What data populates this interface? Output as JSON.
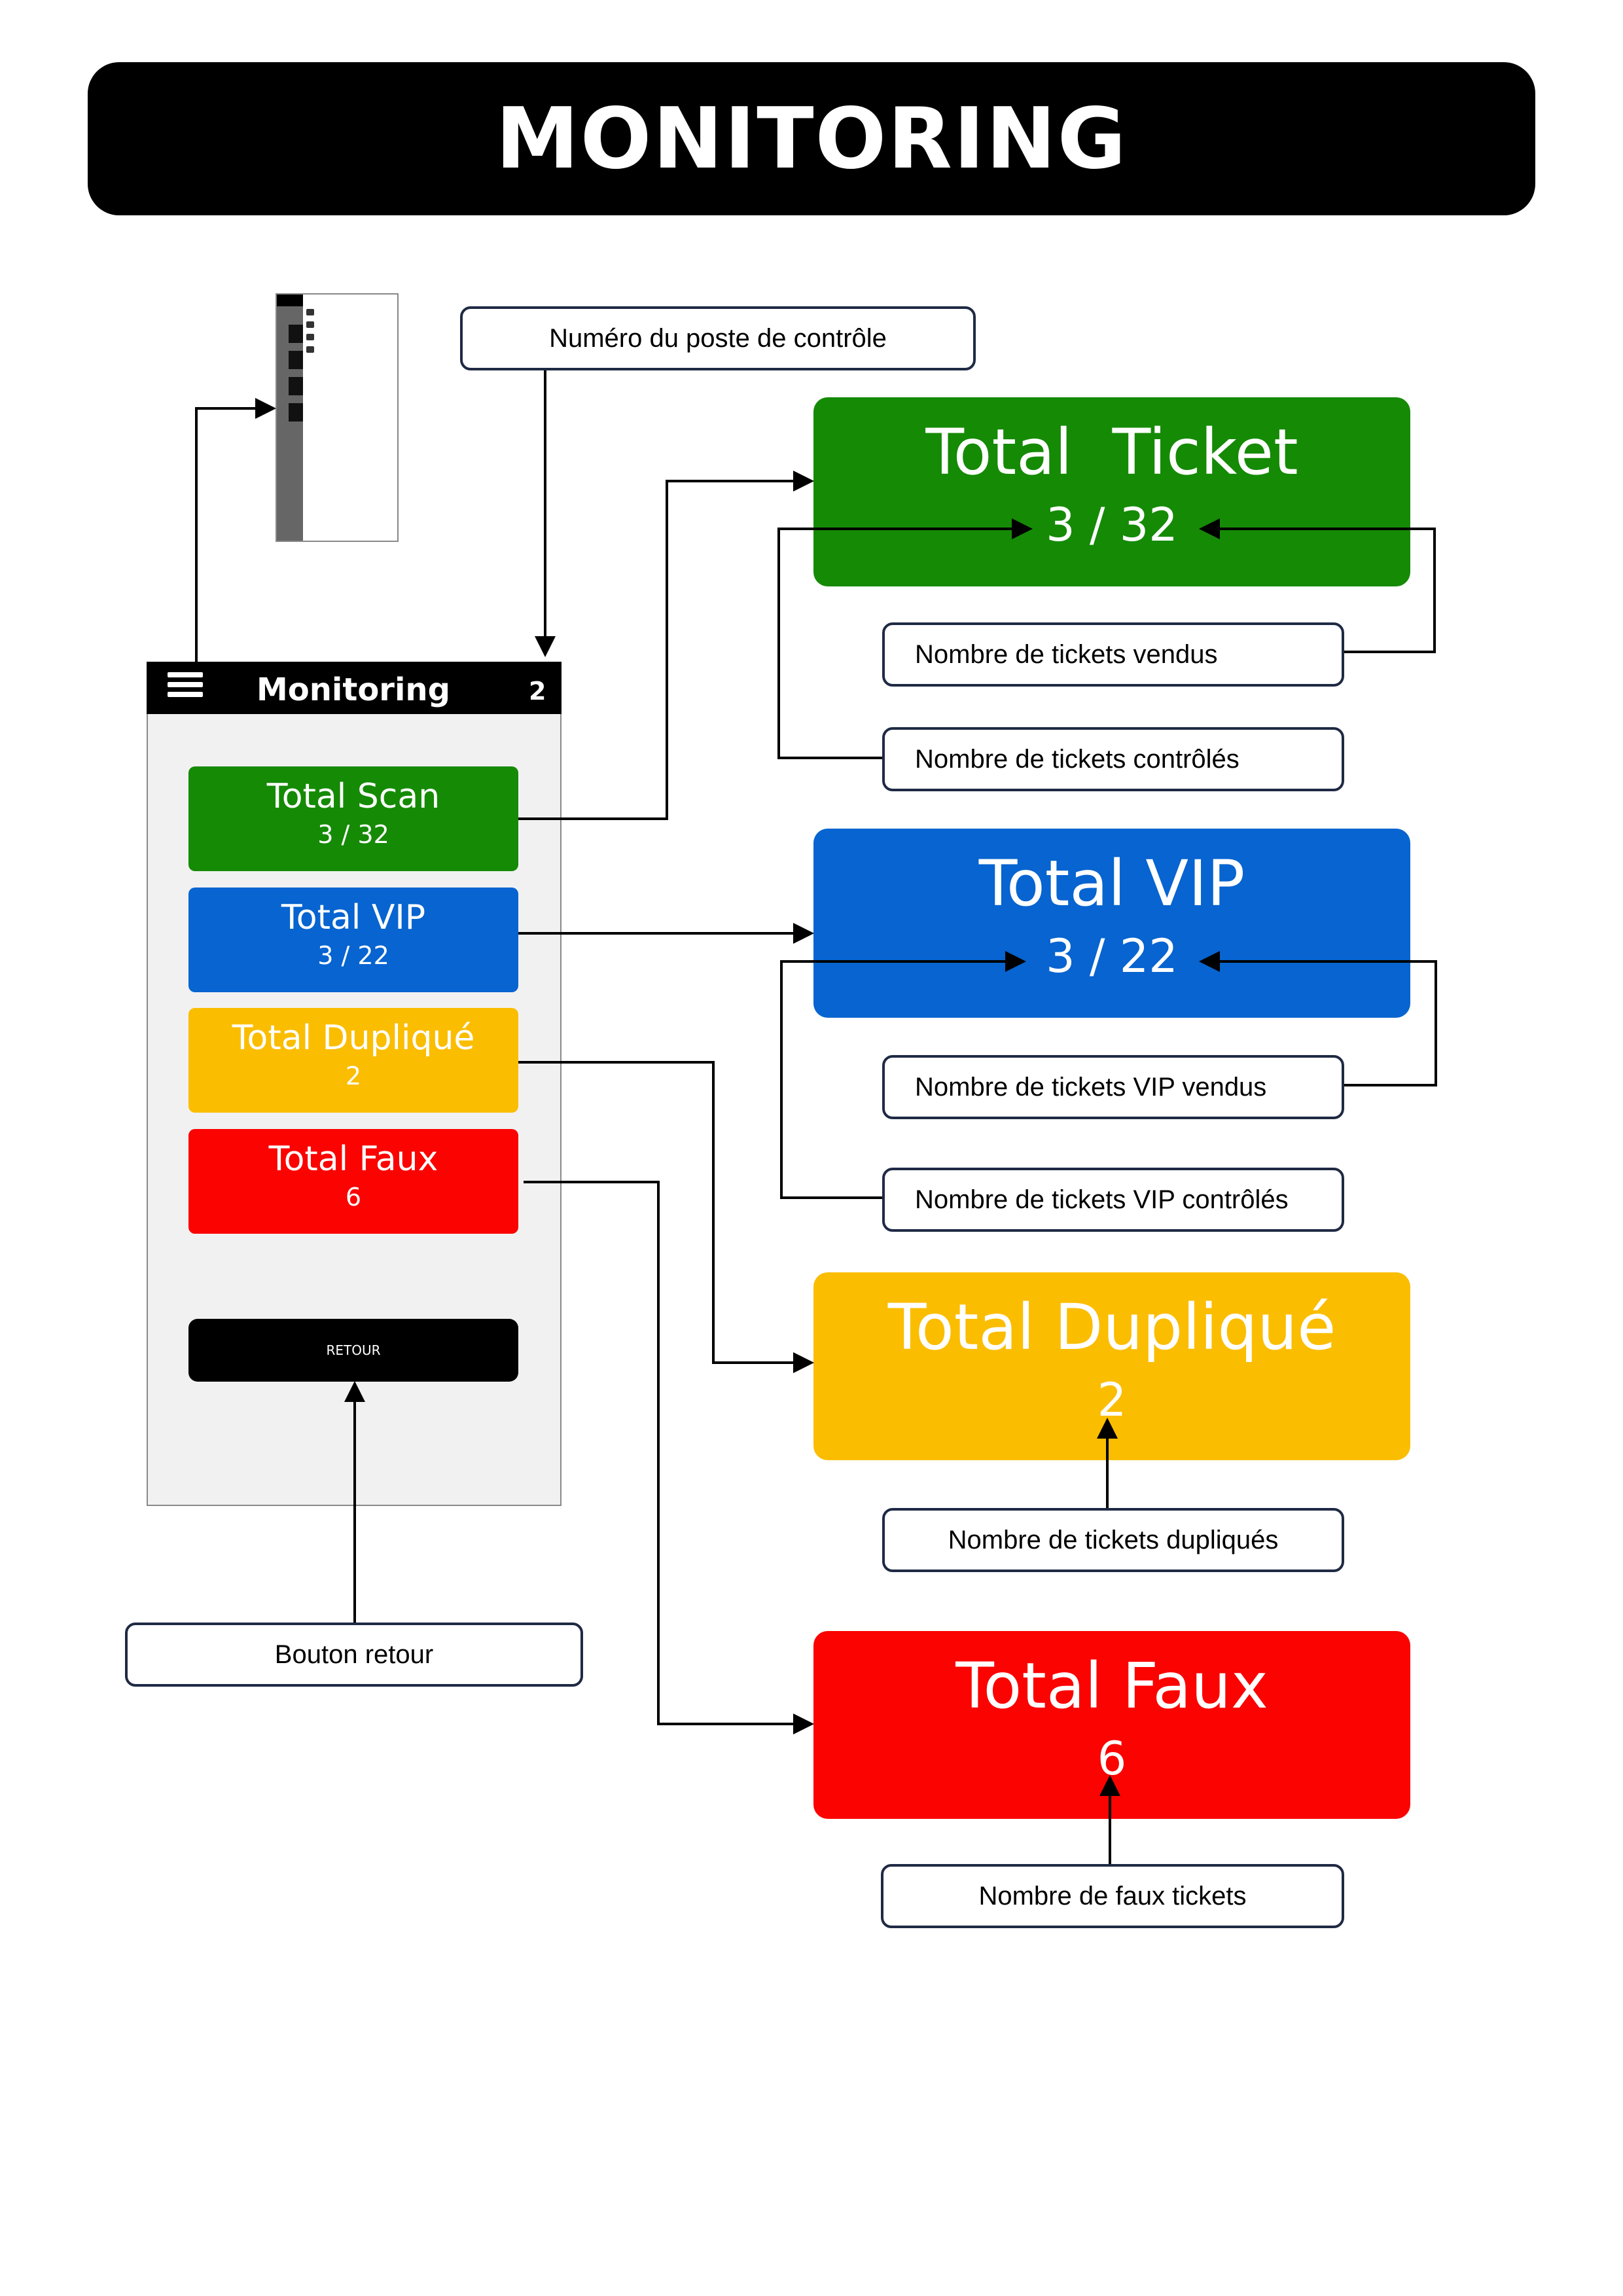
{
  "banner": {
    "title": "MONITORING"
  },
  "phone": {
    "title": "Monitoring",
    "post_number": "2",
    "buttons": [
      {
        "title": "Total Scan",
        "value": "3 / 32",
        "color": "#158a05"
      },
      {
        "title": "Total VIP",
        "value": "3 / 22",
        "color": "#0764d0"
      },
      {
        "title": "Total Dupliqué",
        "value": "2",
        "color": "#fbbd00"
      },
      {
        "title": "Total Faux",
        "value": "6",
        "color": "#fb0300"
      }
    ],
    "retour_label": "RETOUR"
  },
  "cards": {
    "ticket": {
      "title": "Total  Ticket",
      "value": "3 / 32",
      "color": "#158a05"
    },
    "vip": {
      "title": "Total VIP",
      "value": "3 / 22",
      "color": "#0764d0"
    },
    "duplique": {
      "title": "Total Dupliqué",
      "value": "2",
      "color": "#fbbd00"
    },
    "faux": {
      "title": "Total Faux",
      "value": "6",
      "color": "#fb0300"
    }
  },
  "labels": {
    "poste": "Numéro du poste de contrôle",
    "vendus": "Nombre de tickets vendus",
    "controles": "Nombre de tickets contrôlés",
    "vip_vendus": "Nombre de tickets VIP vendus",
    "vip_controles": "Nombre de tickets VIP contrôlés",
    "dupliques": "Nombre de tickets dupliqués",
    "faux": "Nombre de faux tickets",
    "retour": "Bouton retour"
  }
}
